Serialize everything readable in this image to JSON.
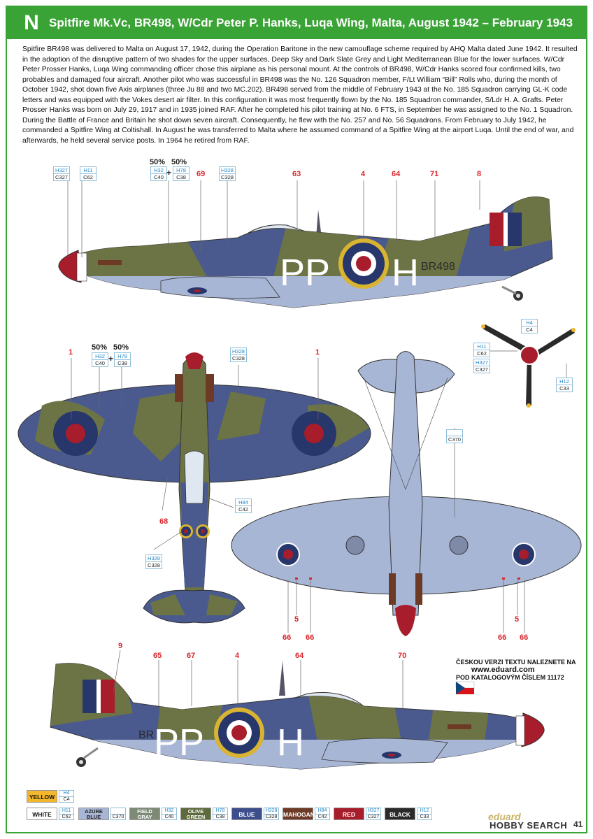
{
  "header": {
    "letter": "N",
    "title": "Spitfire Mk.Vc, BR498, W/Cdr Peter P. Hanks, Luqa Wing, Malta, August 1942 – February 1943"
  },
  "description": "Spitfire BR498 was delivered to Malta on August 17, 1942, during the Operation Baritone in the new camouflage scheme required by AHQ Malta dated June 1942. It resulted in the adoption of the disruptive pattern of two shades for the upper surfaces, Deep Sky and Dark Slate Grey and Light Mediterranean Blue for the lower surfaces. W/Cdr Peter Prosser Hanks, Luqa Wing commanding officer chose this airplane as his personal mount. At the controls of BR498, W/Cdr Hanks scored four confirmed kills, two probables and damaged four aircraft. Another pilot who was successful in BR498 was the No. 126 Squadron member, F/Lt William “Bill” Rolls who, during the month of October 1942, shot down five Axis airplanes (three Ju 88 and two MC.202). BR498 served from the middle of February 1943 at the No. 185 Squadron carrying GL-K code letters and was equipped with the Vokes desert air filter. In this configuration it was most frequently flown by the No. 185 Squadron commander, S/Ldr H. A. Grafts. Peter Prosser Hanks was born on July 29, 1917 and in 1935 joined RAF. After he completed his pilot training at No. 6 FTS, in September he was assigned to the No. 1 Squadron. During the Battle of France and Britain he shot down seven aircraft. Consequently, he flew with the No. 257 and No. 56 Squadrons. From February to July 1942, he commanded a Spitfire Wing at Coltishall. In August he was transferred to Malta where he assumed command of a Spitfire Wing at the airport Luqa. Until the end of war, and afterwards, he held several service posts. In 1964 he retired from RAF.",
  "codes": {
    "h327_c327": {
      "h": "H327",
      "c": "C327"
    },
    "h11_c62": {
      "h": "H11",
      "c": "C62"
    },
    "h32_c40": {
      "h": "H32",
      "c": "C40"
    },
    "h78_c38": {
      "h": "H78",
      "c": "C38"
    },
    "h328_c328": {
      "h": "H328",
      "c": "C328"
    },
    "h4_c4": {
      "h": "H4",
      "c": "C4"
    },
    "h12_c33": {
      "h": "H12",
      "c": "C33"
    },
    "h84_c42": {
      "h": "H84",
      "c": "C42"
    },
    "c370": {
      "h": "",
      "c": "C370"
    }
  },
  "labels": {
    "pct50": "50%",
    "plus": "+",
    "n69": "69",
    "n63": "63",
    "n4": "4",
    "n64": "64",
    "n71": "71",
    "n8": "8",
    "n1": "1",
    "n68": "68",
    "n5": "5",
    "n66": "66",
    "n9": "9",
    "n65": "65",
    "n67": "67",
    "n70": "70"
  },
  "aircraft": {
    "code_pp": "PP",
    "code_h": "H",
    "serial": "BR498",
    "serial_partial": "BR"
  },
  "czech_note": {
    "line1": "ČESKOU VERZI TEXTU NALEZNETE NA",
    "line2": "www.eduard.com",
    "line3": "POD KATALOGOVÝM ČÍSLEM 11172"
  },
  "palette": [
    {
      "name": "YELLOW",
      "h": "H4",
      "c": "C4",
      "color": "#f2b72a",
      "text": "#111"
    },
    {
      "name": "WHITE",
      "h": "H11",
      "c": "C62",
      "color": "#ffffff",
      "text": "#111"
    },
    {
      "name": "AZURE BLUE",
      "h": "",
      "c": "C370",
      "color": "#a8b6d6",
      "text": "#222"
    },
    {
      "name": "FIELD GRAY",
      "h": "H32",
      "c": "C40",
      "color": "#7d8a76",
      "text": "#fff"
    },
    {
      "name": "OLIVE GREEN",
      "h": "H78",
      "c": "C38",
      "color": "#5e6a3b",
      "text": "#fff"
    },
    {
      "name": "BLUE",
      "h": "H328",
      "c": "C328",
      "color": "#3c4f8c",
      "text": "#fff"
    },
    {
      "name": "MAHOGANY",
      "h": "H84",
      "c": "C42",
      "color": "#6d3a26",
      "text": "#fff"
    },
    {
      "name": "RED",
      "h": "H327",
      "c": "C327",
      "color": "#a81d2b",
      "text": "#fff"
    },
    {
      "name": "BLACK",
      "h": "H12",
      "c": "C33",
      "color": "#2a2a2a",
      "text": "#fff"
    }
  ],
  "footer": {
    "logo": "eduard",
    "brand": "HOBBY SEARCH",
    "page": "41"
  },
  "colors": {
    "accent_green": "#3aa335",
    "roundel_blue": "#27366b",
    "roundel_red": "#a81d2b",
    "camo_olive": "#6c7445",
    "camo_blue": "#4a5a8e",
    "underside_blue": "#a8b6d6"
  }
}
